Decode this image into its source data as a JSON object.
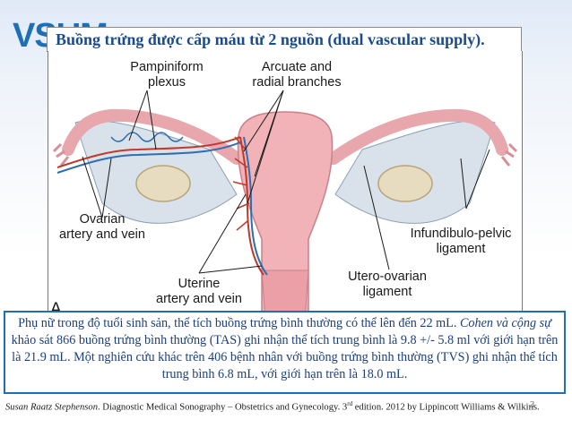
{
  "logo": {
    "text": "VSUM"
  },
  "slide": {
    "title": "Buồng trứng được cấp máu từ 2 nguồn (dual vascular supply)."
  },
  "figure": {
    "panel_letter": "A",
    "labels": {
      "pampiniform_1": "Pampiniform",
      "pampiniform_2": "plexus",
      "arcuate_1": "Arcuate and",
      "arcuate_2": "radial branches",
      "ovarian_1": "Ovarian",
      "ovarian_2": "artery and vein",
      "infundibulo_1": "Infundibulo-pelvic",
      "infundibulo_2": "ligament",
      "uterine_1": "Uterine",
      "uterine_2": "artery and vein",
      "uteroovarian_1": "Utero-ovarian",
      "uteroovarian_2": "ligament"
    }
  },
  "caption": {
    "part1": "Phụ nữ trong độ tuổi sinh sản, thể tích buồng trứng bình thường có thể lên đến 22 mL. ",
    "authors": "Cohen và cộng sự",
    "part2": " khảo sát 866 buồng trứng bình thường (TAS) ghi nhận thể tích trung bình là  9.8 +/- 5.8 ml với giới hạn trên là 21.9 mL. Một nghiên cứu khác trên 406 bệnh nhân với buồng trứng bình thường (TVS) ghi nhận thể tích trung bình 6.8 mL, với giới hạn trên là 18.0 mL."
  },
  "citation": {
    "author": "Susan Raatz Stephenson",
    "text_before_sup": ". Diagnostic Medical Sonography – Obstetrics and Gynecology. 3",
    "sup": "rd",
    "text_after_sup": " edition. 2012 by Lippincott Williams & Wilkins."
  },
  "page": {
    "number": "3"
  },
  "colors": {
    "title": "#1b4b8f",
    "caption_border": "#1f6fb8",
    "uterus": "#f2b3b8",
    "ovary": "#e8dcc0",
    "ligament": "#d9e2ea",
    "artery": "#c0392b",
    "vein": "#2f6db0"
  }
}
